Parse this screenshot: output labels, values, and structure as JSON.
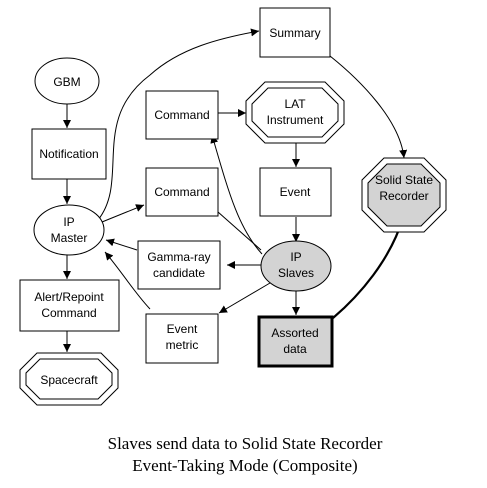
{
  "nodes": {
    "summary": [
      "Summary"
    ],
    "gbm": [
      "GBM"
    ],
    "command_top": [
      "Command"
    ],
    "lat_instrument": [
      "LAT",
      "Instrument"
    ],
    "notification": [
      "Notification"
    ],
    "command_mid": [
      "Command"
    ],
    "event": [
      "Event"
    ],
    "solid_state_recorder": [
      "Solid State",
      "Recorder"
    ],
    "ip_master": [
      "IP",
      "Master"
    ],
    "gamma_ray_candidate": [
      "Gamma-ray",
      "candidate"
    ],
    "ip_slaves": [
      "IP",
      "Slaves"
    ],
    "alert_repoint_command": [
      "Alert/Repoint",
      "Command"
    ],
    "event_metric": [
      "Event",
      "metric"
    ],
    "assorted_data": [
      "Assorted",
      "data"
    ],
    "spacecraft": [
      "Spacecraft"
    ]
  },
  "caption": {
    "line1": "Slaves send data to Solid State Recorder",
    "line2": "Event-Taking Mode (Composite)"
  }
}
